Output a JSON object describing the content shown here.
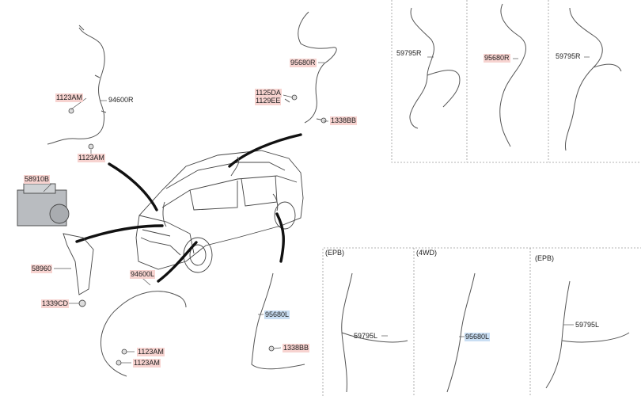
{
  "colors": {
    "red_highlight": "#f7d3d0",
    "blue_highlight": "#c9def3",
    "frame": "#9a9a9a",
    "line": "#555555"
  },
  "sections": {
    "epb_1": "(EPB)",
    "fourwd": "(4WD)",
    "epb_2": "(EPB)"
  },
  "labels": {
    "l_1123AM_a": "1123AM",
    "l_94600R": "94600R",
    "l_1123AM_b": "1123AM",
    "l_58910B": "58910B",
    "l_58960": "58960",
    "l_1339CD": "1339CD",
    "l_94600L": "94600L",
    "l_1123AM_c": "1123AM",
    "l_1123AM_d": "1123AM",
    "l_95680R": "95680R",
    "l_1125DA": "1125DA",
    "l_1129EE": "1129EE",
    "l_1338BB_a": "1338BB",
    "l_95680L_a": "95680L",
    "l_1338BB_b": "1338BB",
    "l_59795L_a": "59795L",
    "l_95680L_b": "95680L",
    "l_59795L_b": "59795L",
    "l_59795R_a": "59795R",
    "l_95680R_b": "95680R",
    "l_59795R_b": "59795R"
  }
}
